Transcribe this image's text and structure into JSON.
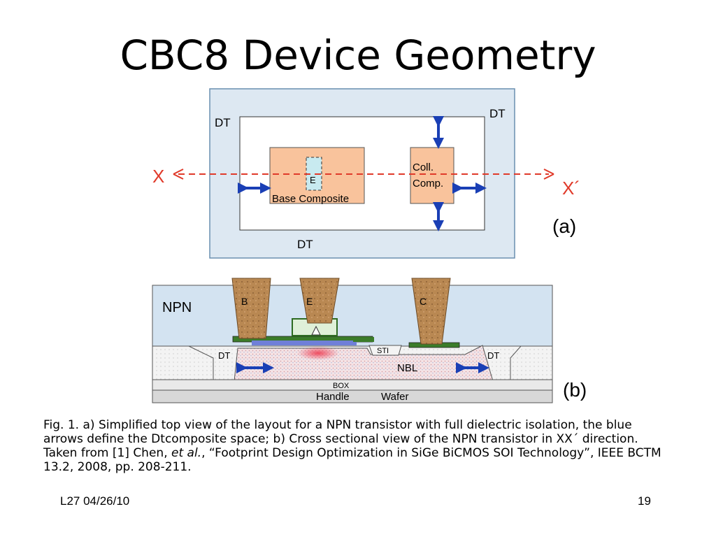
{
  "slide": {
    "title": "CBC8 Device Geometry",
    "footer_left": "L27 04/26/10",
    "page_number": "19"
  },
  "top_view": {
    "dt_top_left": "DT",
    "dt_top_right": "DT",
    "dt_bottom": "DT",
    "x_label": "X",
    "x_prime_label": "X´",
    "emitter_label": "E",
    "base_label": "Base Composite",
    "coll_label_line1": "Coll.",
    "coll_label_line2": "Comp.",
    "panel_label": "(a)"
  },
  "cross_section": {
    "npn_label": "NPN",
    "base_contact": "B",
    "emitter_contact": "E",
    "collector_contact": "C",
    "dt_left": "DT",
    "dt_right": "DT",
    "sti_label": "STI",
    "nbl_label": "NBL",
    "box_label": "BOX",
    "handle_label": "Handle",
    "wafer_label": "Wafer",
    "panel_label": "(b)"
  },
  "caption": {
    "part1": "Fig. 1. a) Simplified top view of the layout for a NPN transistor with full dielectric isolation, the blue arrows define the Dtcomposite space; b) Cross sectional view of the NPN transistor in XX´ direction. Taken from [1] Chen, ",
    "italic": "et al.",
    "part2": ", “Footprint Design Optimization in SiGe BiCMOS SOI Technology”, IEEE BCTM 13.2, 2008, pp. 208-211."
  },
  "colors": {
    "dt_fill": "#dde8f2",
    "device_fill": "#f9c39c",
    "arrow_blue": "#1a3fb5",
    "xx_red": "#e03a2a",
    "contact_brown": "#b98852",
    "emitter_fill": "#c8eaf0"
  }
}
